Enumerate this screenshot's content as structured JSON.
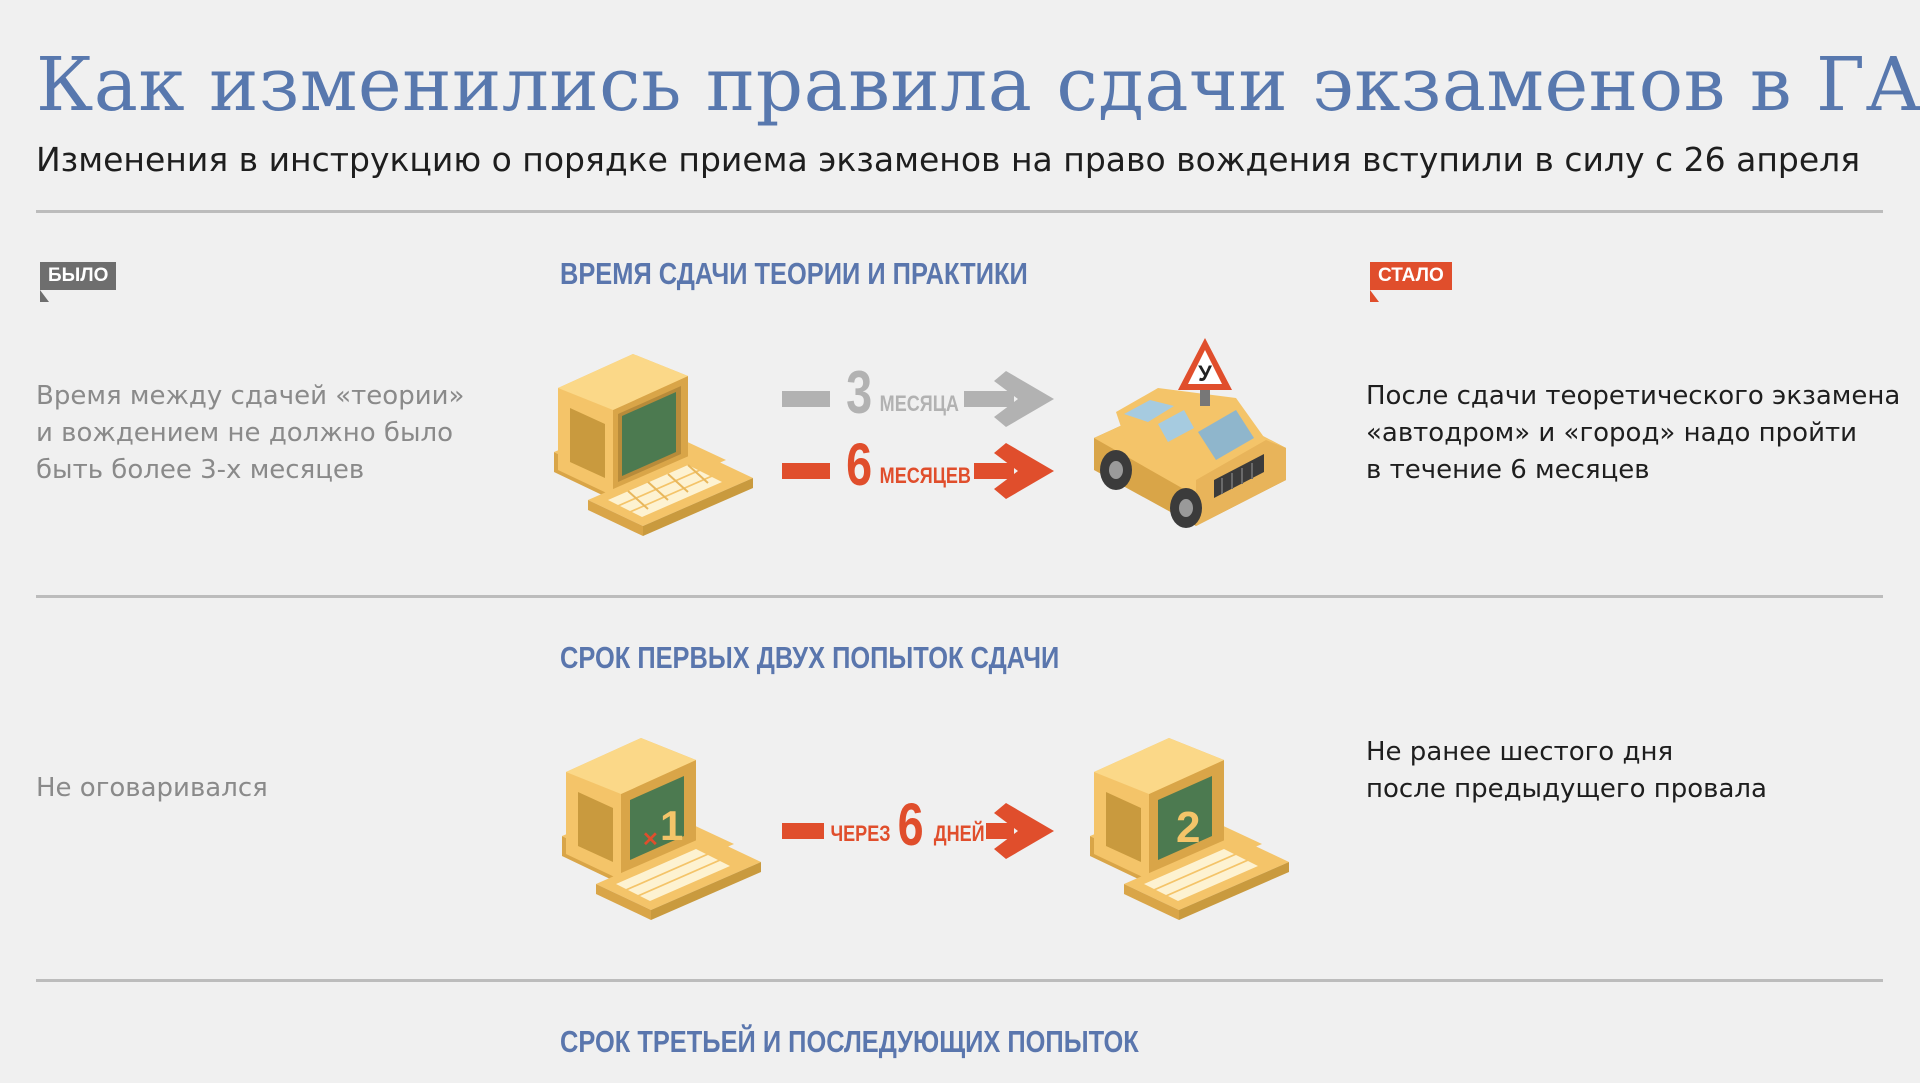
{
  "header": {
    "title": "Как изменились правила сдачи экзаменов в ГАИ",
    "subtitle": "Изменения в инструкцию о порядке приема экзаменов на право вождения вступили в силу с 26 апреля"
  },
  "tags": {
    "before": "БЫЛО",
    "after": "СТАЛО"
  },
  "sections": [
    {
      "heading": "ВРЕМЯ СДАЧИ ТЕОРИИ И ПРАКТИКИ",
      "before_lines": [
        "Время между сдачей «теории»",
        "и вождением не должно было",
        "быть более 3-х месяцев"
      ],
      "after_lines": [
        "После сдачи теоретического экзамена",
        "«автодром» и «город» надо пройти",
        "в течение 6 месяцев"
      ],
      "arrow_old": {
        "number": "3",
        "unit": "МЕСЯЦА"
      },
      "arrow_new": {
        "number": "6",
        "unit": "МЕСЯЦЕВ"
      },
      "car_sign": "У"
    },
    {
      "heading": "СРОК ПЕРВЫХ ДВУХ ПОПЫТОК СДАЧИ",
      "before_lines": [
        "Не оговаривался"
      ],
      "after_lines": [
        "Не ранее шестого дня",
        "после предыдущего провала"
      ],
      "arrow": {
        "prefix": "ЧЕРЕЗ",
        "number": "6",
        "unit": "ДНЕЙ"
      },
      "screen_left": "1",
      "screen_right": "2"
    },
    {
      "heading": "СРОК ТРЕТЬЕЙ И ПОСЛЕДУЮЩИХ ПОПЫТОК"
    }
  ],
  "colors": {
    "title": "#5878ae",
    "heading": "#5a76ad",
    "accent_red": "#e04e2c",
    "arrow_gray": "#b2b2b2",
    "computer_body": "#f4c469",
    "screen_green": "#4c7a50"
  }
}
